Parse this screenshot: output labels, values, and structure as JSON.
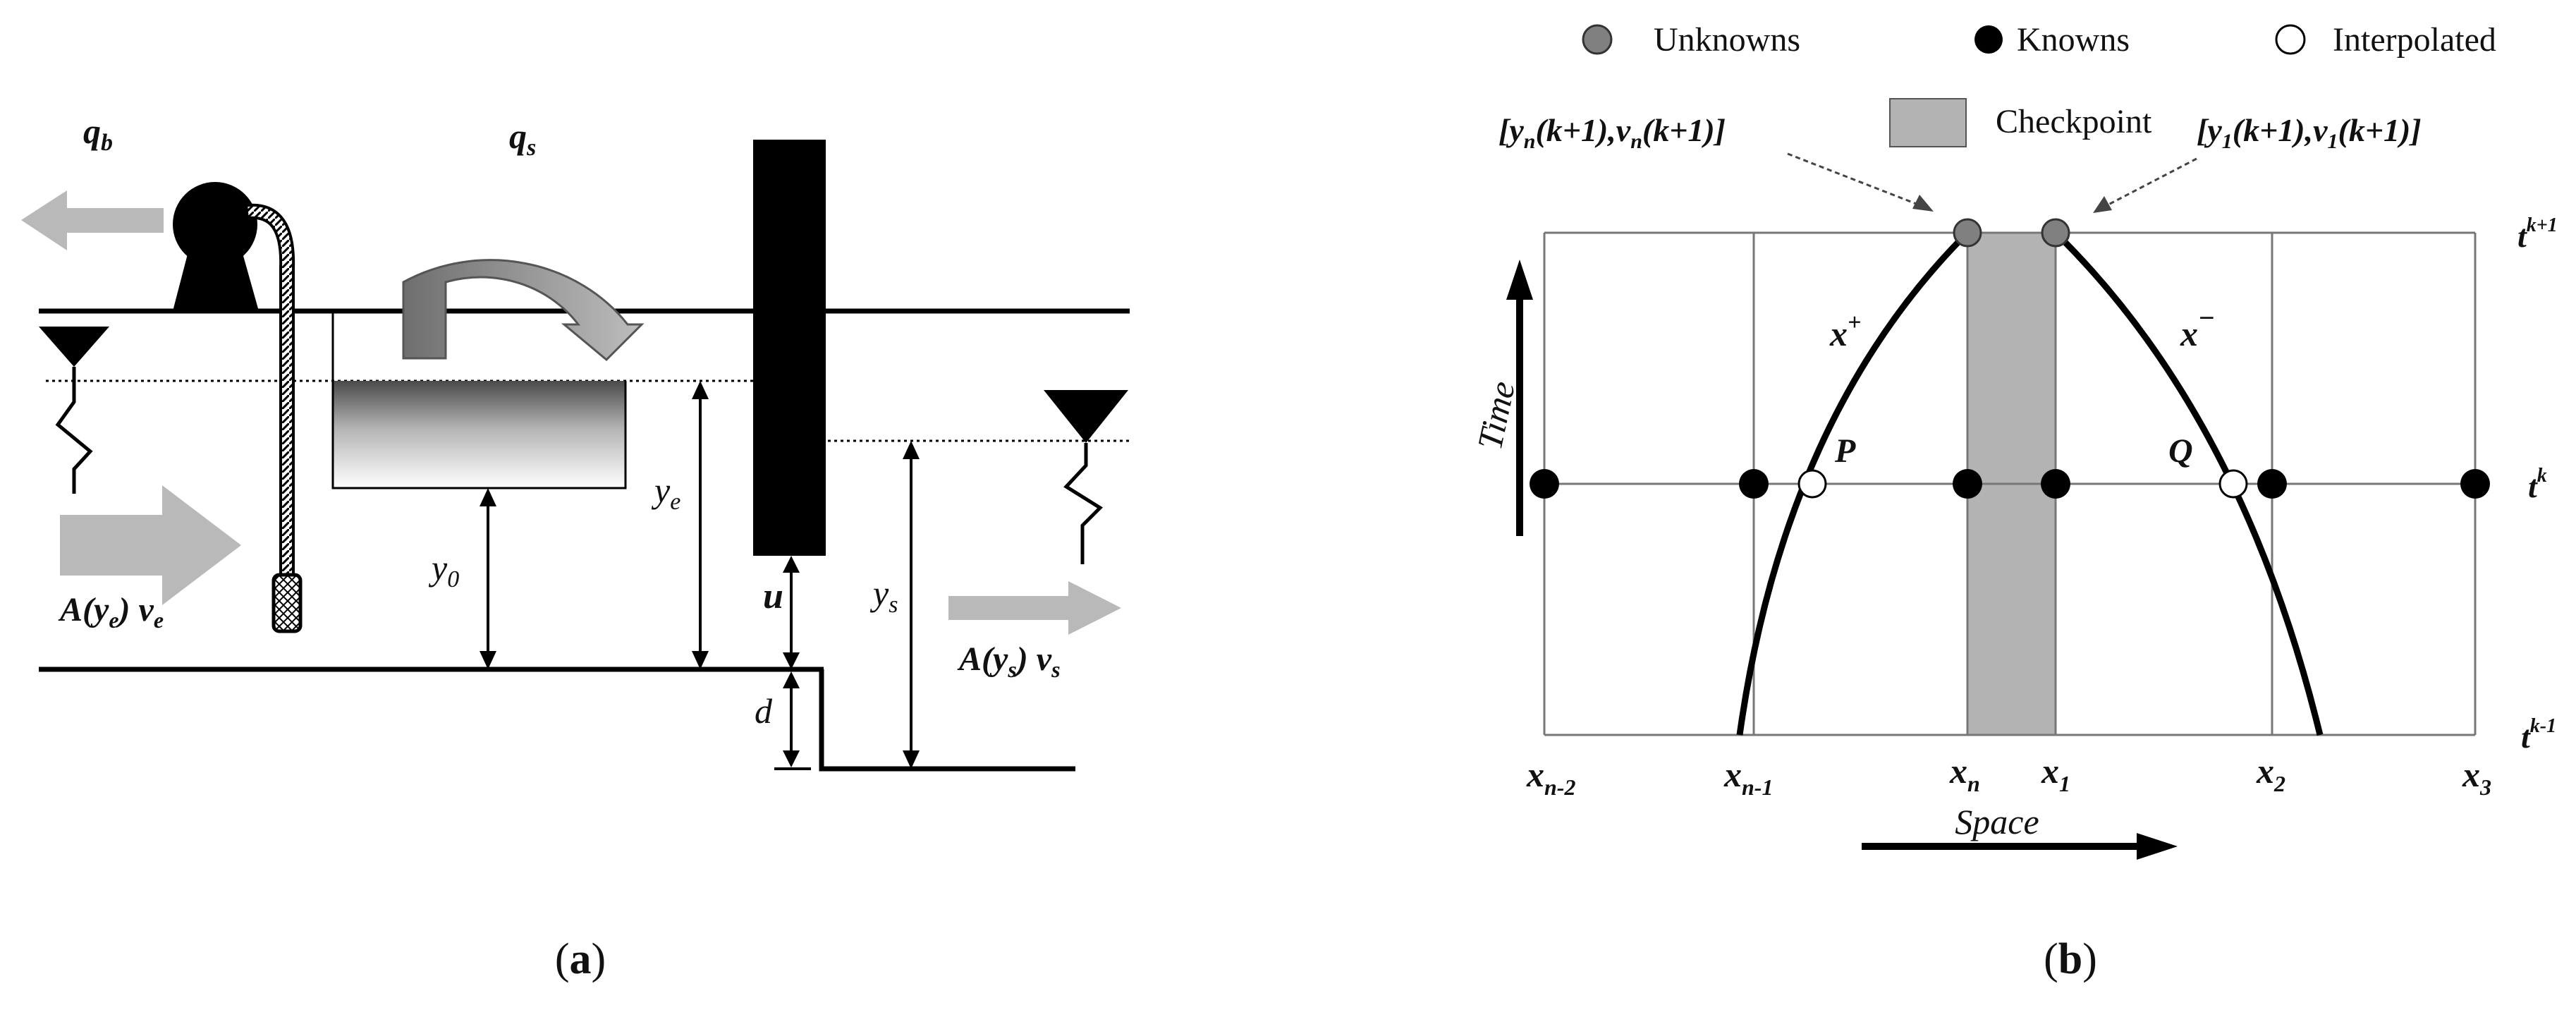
{
  "panel_a": {
    "caption_open": "(",
    "caption_letter": "a",
    "caption_close": ")",
    "qb": {
      "main": "q",
      "sub": "b"
    },
    "qs": {
      "main": "q",
      "sub": "s"
    },
    "ye": {
      "main": "y",
      "sub": "e"
    },
    "y0": {
      "main": "y",
      "sub": "0"
    },
    "ys": {
      "main": "y",
      "sub": "s"
    },
    "u": "u",
    "d": "d",
    "inflow": {
      "a": "A(y",
      "a_sub": "e",
      "mid": ") v",
      "v_sub": "e"
    },
    "outflow": {
      "a": "A(y",
      "a_sub": "s",
      "mid": ") v",
      "v_sub": "s"
    }
  },
  "panel_b": {
    "caption_open": "(",
    "caption_letter": "b",
    "caption_close": ")",
    "legend": {
      "unknowns": "Unknowns",
      "knowns": "Knowns",
      "interpolated": "Interpolated",
      "checkpoint": "Checkpoint"
    },
    "colors": {
      "unknown": "#808080",
      "known": "#000000",
      "interpolated": "#ffffff",
      "checkpoint": "#b3b3b3"
    },
    "label_left": {
      "p1": "[y",
      "s1": "n",
      "p2": "(k+1),v",
      "s2": "n",
      "p3": "(k+1)]"
    },
    "label_right": {
      "p1": "[y",
      "s1": "1",
      "p2": "(k+1),v",
      "s2": "1",
      "p3": "(k+1)]"
    },
    "xplus": {
      "main": "x",
      "sup": "+"
    },
    "xminus": {
      "main": "x",
      "sup": "−"
    },
    "P": "P",
    "Q": "Q",
    "time_axis": "Time",
    "space_axis": "Space",
    "t_top": {
      "main": "t",
      "sup": "k+1"
    },
    "t_mid": {
      "main": "t",
      "sup": "k"
    },
    "t_bot": {
      "main": "t",
      "sup": "k-1"
    },
    "x_labels": [
      {
        "main": "x",
        "sub": "n-2"
      },
      {
        "main": "x",
        "sub": "n-1"
      },
      {
        "main": "x",
        "sub": "n"
      },
      {
        "main": "x",
        "sub": "1"
      },
      {
        "main": "x",
        "sub": "2"
      },
      {
        "main": "x",
        "sub": "3"
      }
    ]
  }
}
